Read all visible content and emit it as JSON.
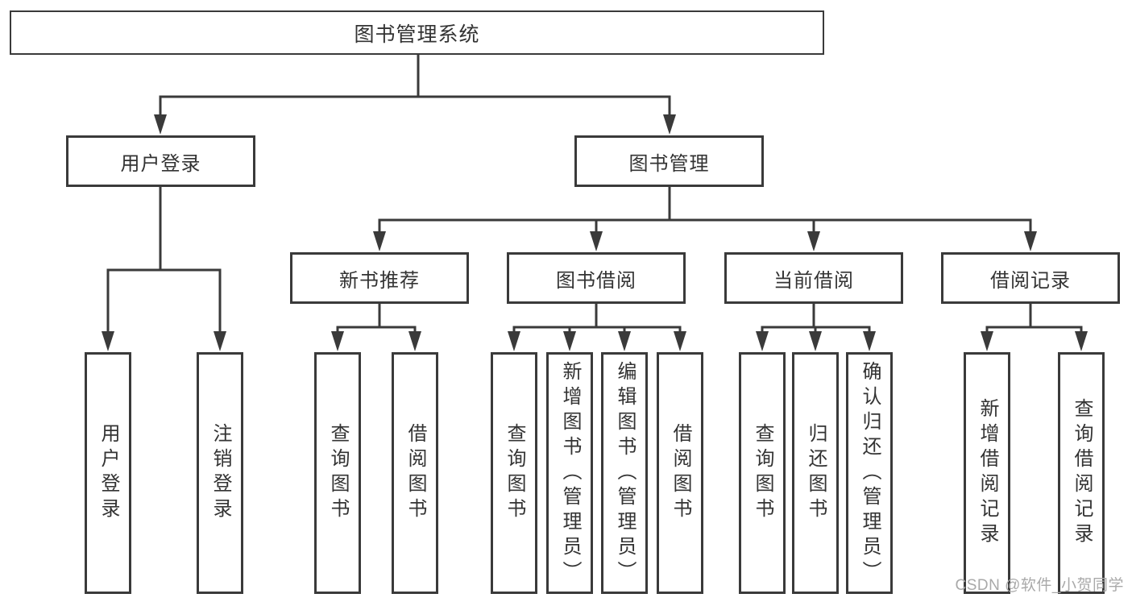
{
  "diagram_title": "图书管理系统",
  "nodes": {
    "root": {
      "label": "图书管理系统"
    },
    "user_login": {
      "label": "用户登录"
    },
    "book_management": {
      "label": "图书管理"
    },
    "new_book_recommend": {
      "label": "新书推荐"
    },
    "book_borrowing": {
      "label": "图书借阅"
    },
    "current_borrowing": {
      "label": "当前借阅"
    },
    "borrowing_records": {
      "label": "借阅记录"
    },
    "leaf_user_login": {
      "label": "用户登录"
    },
    "leaf_logout": {
      "label": "注销登录"
    },
    "nbr_query_books": {
      "label": "查询图书"
    },
    "nbr_borrow_books": {
      "label": "借阅图书"
    },
    "bb_query_books": {
      "label": "查询图书"
    },
    "bb_add_books": {
      "label": "新增图书（管理员）"
    },
    "bb_edit_books": {
      "label": "编辑图书（管理员）"
    },
    "bb_borrow_books": {
      "label": "借阅图书"
    },
    "cb_query_books": {
      "label": "查询图书"
    },
    "cb_return_books": {
      "label": "归还图书"
    },
    "cb_confirm_return": {
      "label": "确认归还（管理员）"
    },
    "br_add_record": {
      "label": "新增借阅记录"
    },
    "br_query_record": {
      "label": "查询借阅记录"
    }
  },
  "watermark": "CSDN @软件_小贺同学",
  "colors": {
    "line": "#3a3a3a",
    "text": "#333333",
    "watermark": "#a9a9a9",
    "background": "#ffffff"
  }
}
